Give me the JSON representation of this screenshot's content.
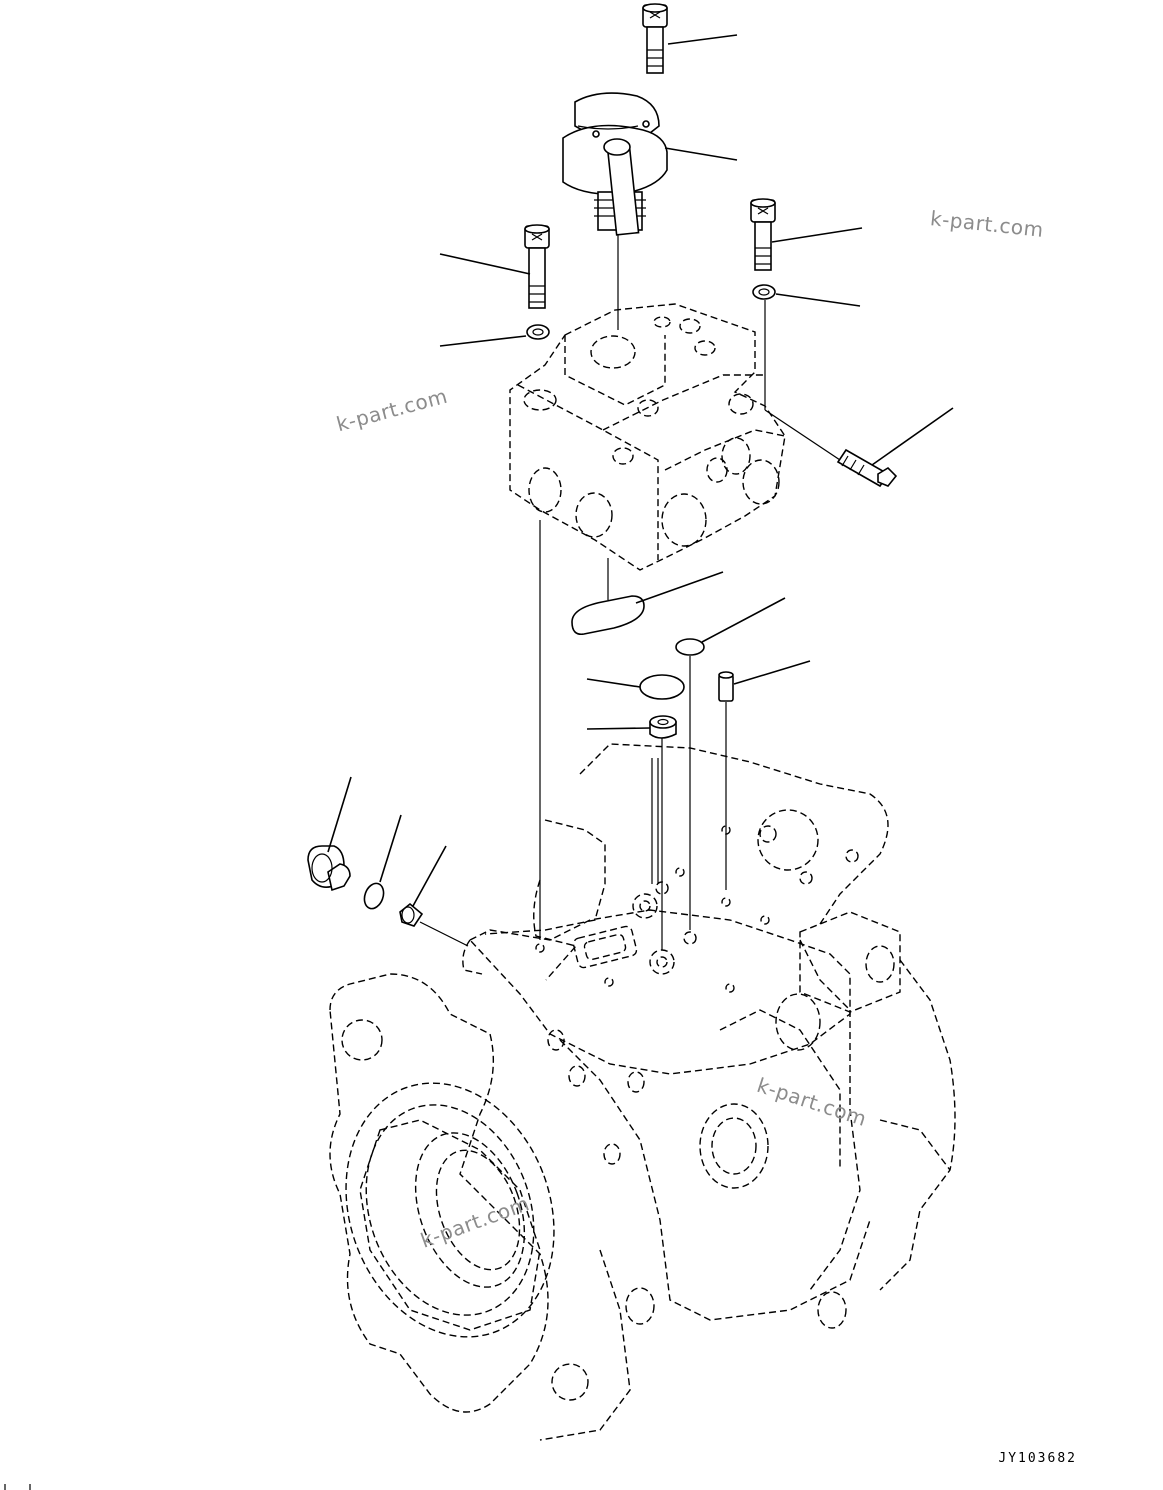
{
  "watermarks": [
    "k-part.com",
    "k-part.com",
    "k-part.com",
    "k-part.com"
  ],
  "drawing_code": "JY103682"
}
